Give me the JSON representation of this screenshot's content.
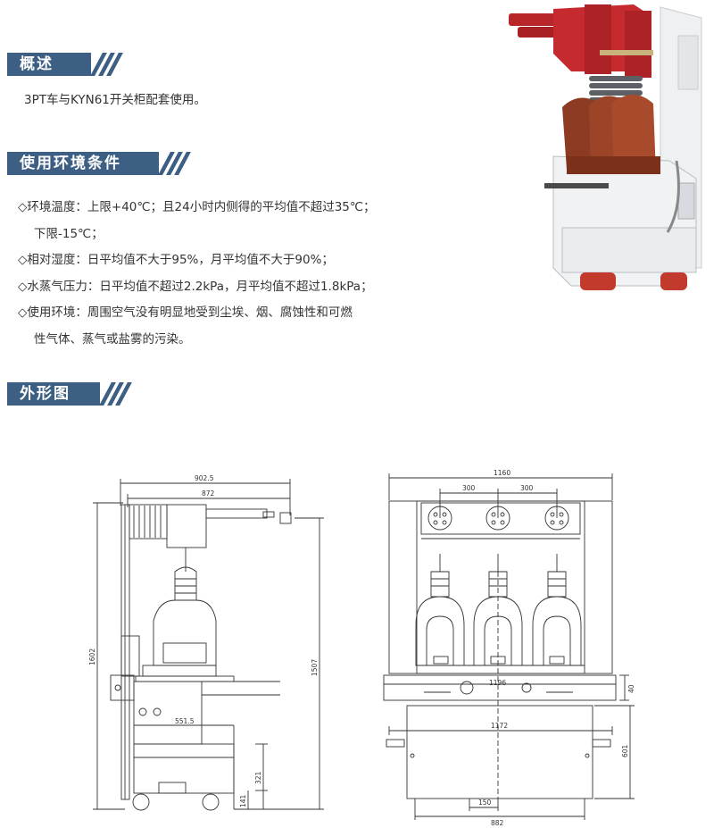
{
  "sections": {
    "overview": {
      "title": "概述",
      "text": "3PT车与KYN61开关柜配套使用。"
    },
    "environment": {
      "title": "使用环境条件",
      "items": [
        "◇环境温度：上限+40℃；且24小时内侧得的平均值不超过35℃；",
        "下限-15℃；",
        "◇相对湿度：日平均值不大于95%，月平均值不大于90%；",
        "◇水蒸气压力：日平均值不超过2.2kPa，月平均值不超过1.8kPa；",
        "◇使用环境：周围空气没有明显地受到尘埃、烟、腐蚀性和可燃",
        "性气体、蒸气或盐雾的污染。"
      ]
    },
    "outline": {
      "title": "外形图"
    }
  },
  "drawing": {
    "side": {
      "dim_total_width": "902.5",
      "dim_width_2": "872",
      "dim_height_total": "1602",
      "dim_height_2": "1507",
      "dim_inner": "551.5",
      "dim_321": "321",
      "dim_141": "141"
    },
    "front": {
      "dim_total_width": "1160",
      "dim_pitch_1": "300",
      "dim_pitch_2": "300",
      "dim_rail": "1196",
      "dim_body": "1172",
      "dim_40": "40",
      "dim_601": "601",
      "dim_150": "150",
      "dim_882": "882"
    }
  },
  "colors": {
    "tab_bg": "#3d5f84",
    "insulator_red": "#b8262a",
    "insulator_brown": "#8c3a22"
  }
}
